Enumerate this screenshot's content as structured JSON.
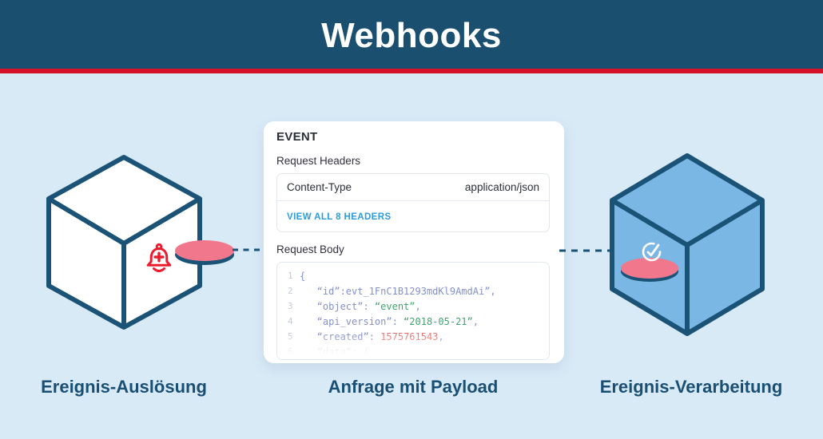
{
  "header": {
    "title": "Webhooks"
  },
  "event_card": {
    "title": "EVENT",
    "request_headers_label": "Request Headers",
    "headers_table": {
      "rows": [
        {
          "name": "Content-Type",
          "value": "application/json"
        }
      ],
      "view_all_label": "VIEW ALL 8 HEADERS"
    },
    "request_body_label": "Request Body",
    "code_lines": [
      {
        "n": "1",
        "tokens": [
          {
            "t": "{",
            "c": "p"
          }
        ]
      },
      {
        "n": "2",
        "tokens": [
          {
            "t": "   “id”:evt_1FnC1B1293mdKl9AmdAi”,",
            "c": "p"
          }
        ]
      },
      {
        "n": "3",
        "tokens": [
          {
            "t": "   “object”: ",
            "c": "p"
          },
          {
            "t": "“event”",
            "c": "g"
          },
          {
            "t": ",",
            "c": "p"
          }
        ]
      },
      {
        "n": "4",
        "tokens": [
          {
            "t": "   “api_version”: ",
            "c": "p"
          },
          {
            "t": "“2018-05-21”",
            "c": "g"
          },
          {
            "t": ",",
            "c": "p"
          }
        ]
      },
      {
        "n": "5",
        "tokens": [
          {
            "t": "   “created”: ",
            "c": "p"
          },
          {
            "t": "1575761543",
            "c": "r"
          },
          {
            "t": ",",
            "c": "p"
          }
        ]
      },
      {
        "n": "6",
        "tokens": [
          {
            "t": "   “data”: {",
            "c": "f"
          }
        ]
      }
    ]
  },
  "stages": {
    "left_label": "Ereignis-Auslösung",
    "center_label": "Anfrage mit Payload",
    "right_label": "Ereignis-Verarbeitung"
  },
  "icons": {
    "left_cube": "cube-outline-icon",
    "bell": "bell-plus-icon",
    "disc": "event-disc-icon",
    "check": "check-circle-icon",
    "right_cube": "cube-filled-icon"
  },
  "colors": {
    "header_bg": "#1B4F70",
    "accent_red": "#D4132B",
    "page_bg": "#D9EAF7",
    "cube_stroke": "#1B5377",
    "cube_fill": "#7AB7E5",
    "disc_pink": "#F1788C",
    "bell_red": "#ED1B2E",
    "link_blue": "#2D9CDB",
    "label_blue": "#1A4F74",
    "code_key": "#8590CB",
    "code_string": "#3FA56F",
    "code_number": "#EC6F6F"
  }
}
